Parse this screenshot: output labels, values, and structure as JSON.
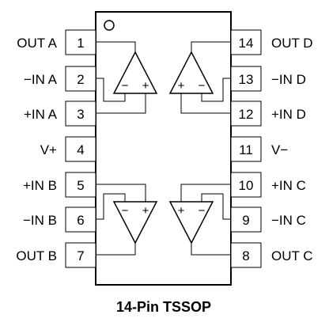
{
  "pins_left": [
    {
      "num": "1",
      "label": "OUT A"
    },
    {
      "num": "2",
      "label": "−IN A"
    },
    {
      "num": "3",
      "label": "+IN A"
    },
    {
      "num": "4",
      "label": "V+"
    },
    {
      "num": "5",
      "label": "+IN B"
    },
    {
      "num": "6",
      "label": "−IN B"
    },
    {
      "num": "7",
      "label": "OUT B"
    }
  ],
  "pins_right": [
    {
      "num": "14",
      "label": "OUT D"
    },
    {
      "num": "13",
      "label": "−IN D"
    },
    {
      "num": "12",
      "label": "+IN D"
    },
    {
      "num": "11",
      "label": "V−"
    },
    {
      "num": "10",
      "label": "+IN C"
    },
    {
      "num": "9",
      "label": "−IN C"
    },
    {
      "num": "8",
      "label": "OUT C"
    }
  ],
  "amp_symbols": {
    "minus": "−",
    "plus": "+"
  },
  "caption": "14-Pin TSSOP"
}
